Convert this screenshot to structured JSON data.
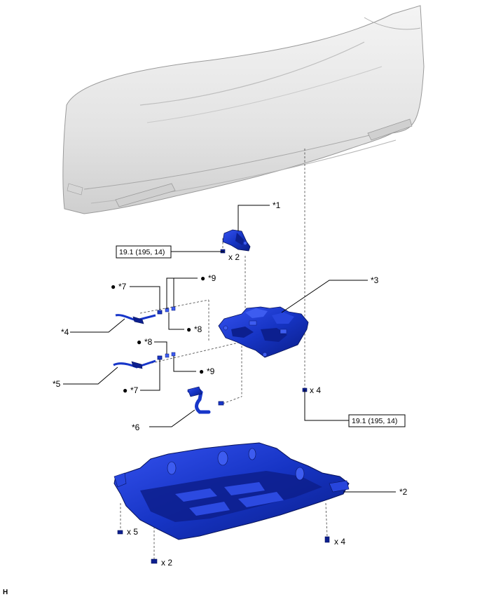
{
  "callouts": {
    "c1": "*1",
    "c2": "*2",
    "c3": "*3",
    "c4": "*4",
    "c5": "*5",
    "c6": "*6",
    "c7a": "*7",
    "c7b": "*7",
    "c8a": "*8",
    "c8b": "*8",
    "c9a": "*9",
    "c9b": "*9"
  },
  "torque": {
    "upper": "19.1 (195, 14)",
    "lower": "19.1 (195, 14)"
  },
  "quantities": {
    "bracket_bolts": "x 2",
    "unit_bolts": "x 4",
    "cover_left": "x 5",
    "cover_bottom": "x 2",
    "cover_right": "x 4"
  },
  "bullet": "●",
  "footer_code": "H",
  "colors": {
    "part_blue": "#1736c9",
    "bumper_gray": "#e6e6e6"
  }
}
